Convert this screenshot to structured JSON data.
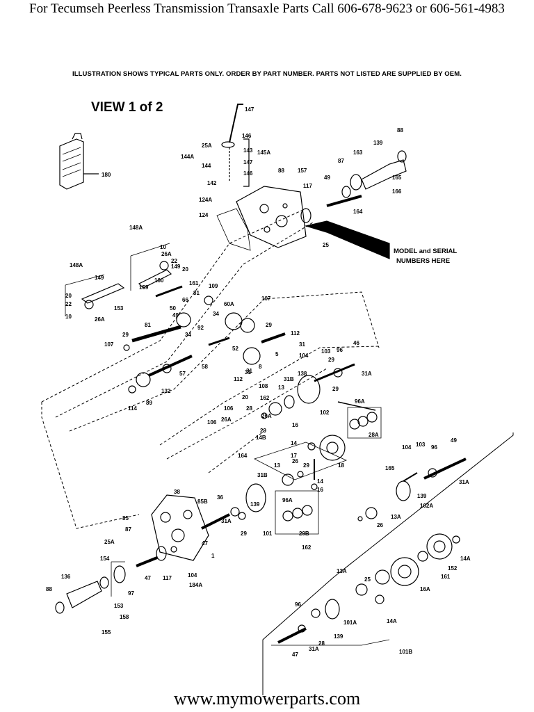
{
  "header": {
    "text": "For Tecumseh Peerless Transmission Transaxle Parts Call 606-678-9623 or 606-561-4983"
  },
  "notice": "ILLUSTRATION SHOWS TYPICAL PARTS ONLY. ORDER BY PART NUMBER. PARTS NOT LISTED ARE SUPPLIED BY OEM.",
  "view_title": "VIEW 1 of 2",
  "model_serial_note": {
    "line1": "MODEL and SERIAL",
    "line2": "NUMBERS HERE"
  },
  "footer": {
    "url": "www.mymowerparts.com"
  },
  "part_labels": [
    "147",
    "146",
    "25A",
    "143",
    "145A",
    "144A",
    "147",
    "144",
    "146",
    "142",
    "180",
    "88",
    "157",
    "139",
    "88",
    "87",
    "163",
    "49",
    "117",
    "124A",
    "124",
    "165",
    "166",
    "164",
    "25",
    "148A",
    "10",
    "26A",
    "22",
    "149",
    "20",
    "148A",
    "149",
    "159",
    "160",
    "161",
    "109",
    "20",
    "22",
    "153",
    "10",
    "26A",
    "66",
    "81",
    "60A",
    "107",
    "50",
    "49",
    "34",
    "81",
    "92",
    "29",
    "29",
    "107",
    "34",
    "112",
    "31",
    "46",
    "52",
    "31",
    "8",
    "5",
    "104",
    "103",
    "96",
    "29",
    "31A",
    "58",
    "57",
    "132",
    "112",
    "31",
    "138",
    "29",
    "89",
    "114",
    "106",
    "31B",
    "13",
    "162",
    "108",
    "20",
    "28",
    "26A",
    "96A",
    "106",
    "26A",
    "29",
    "102",
    "28A",
    "16",
    "14B",
    "14",
    "164",
    "17",
    "26",
    "18",
    "13",
    "29",
    "31B",
    "14",
    "16",
    "104",
    "103",
    "96",
    "49",
    "165",
    "139",
    "31A",
    "102A",
    "38",
    "36",
    "85B",
    "13A",
    "85",
    "96A",
    "31A",
    "26",
    "87",
    "139",
    "101",
    "29",
    "25A",
    "47",
    "29B",
    "1",
    "14A",
    "154",
    "117",
    "104",
    "162",
    "47",
    "161",
    "97",
    "184A",
    "13A",
    "25",
    "16A",
    "136",
    "152",
    "88",
    "153",
    "14A",
    "158",
    "155",
    "96",
    "101A",
    "28",
    "139",
    "47",
    "31A",
    "101B"
  ]
}
